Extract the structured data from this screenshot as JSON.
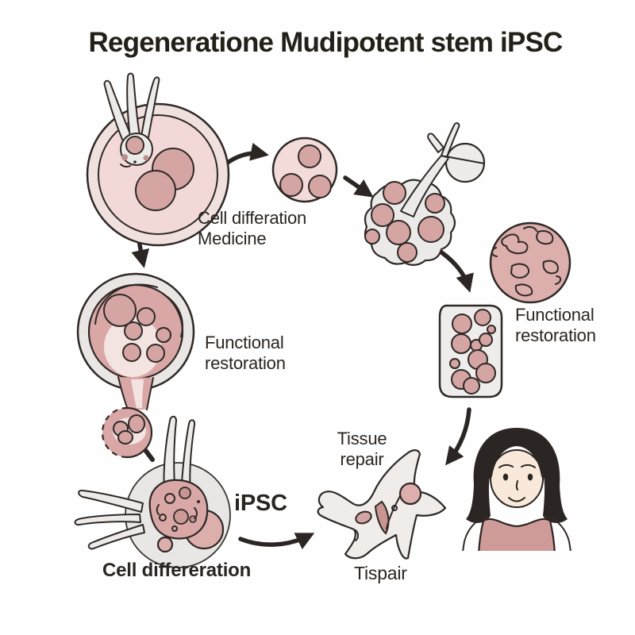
{
  "title": "Regeneratione Mudipotent stem iPSC",
  "labels": {
    "cell_differation": {
      "line1": "Cell differation",
      "line2": "Medicine"
    },
    "functional_restoration_left": {
      "line1": "Functional",
      "line2": "restoration"
    },
    "functional_restoration_right": {
      "line1": "Functional",
      "line2": "restoration"
    },
    "tissue_repair": {
      "line1": "Tissue",
      "line2": "repair"
    },
    "ipsc": "iPSC",
    "cell_differeration": "Cell differeration",
    "tispair": "Tispair"
  },
  "illustrations": {
    "fertilized_egg": "fertilized egg cell with micropipette",
    "stem_cell": "pluripotent stem cell with three nuclei",
    "cell_cluster": "differentiating cell cluster with pipette",
    "tissue_sphere": "regenerated tissue sphere",
    "culture_dish": "cell culture vessel with colonies",
    "blastocyst_flask": "blastocyst forming cell",
    "neuron_cell": "differentiated neuron cell",
    "star_cell": "repaired tissue star cell",
    "patient_woman": "patient woman"
  },
  "palette": {
    "outline": "#2e2926",
    "cell_pink_light": "#f2dbd9",
    "cell_pink_mid": "#dcaeac",
    "nucleus_pink": "#d5a5a3",
    "gray_light": "#edebe9",
    "text": "#2a2520",
    "hair_black": "#2b2523",
    "skin": "#f8e9da",
    "shirt_pink": "#cf9b99",
    "background": "#fffefe"
  }
}
